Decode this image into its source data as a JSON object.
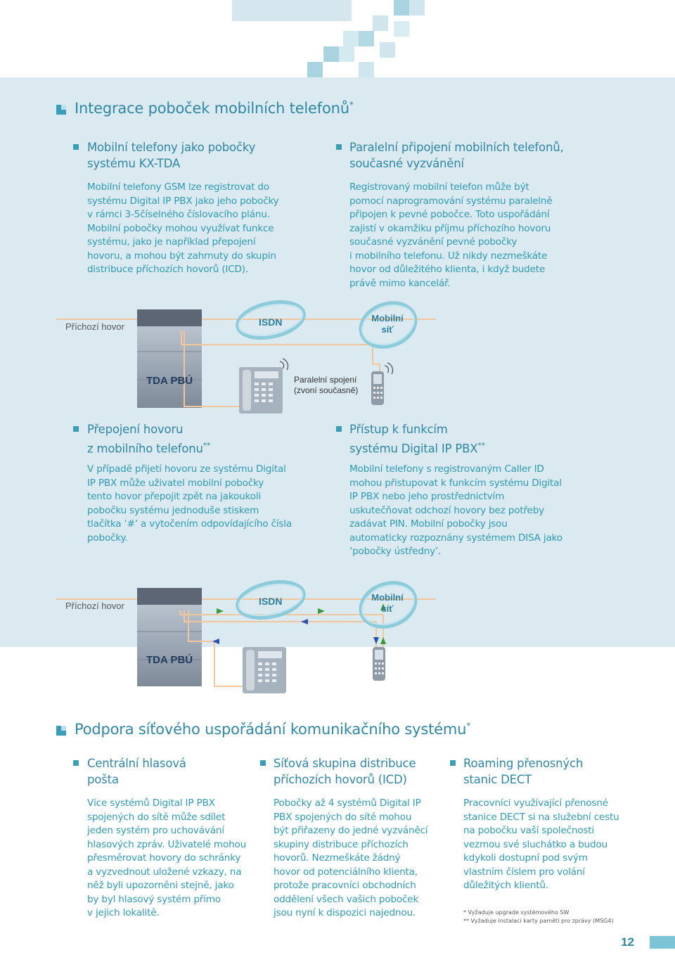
{
  "section1": {
    "heading": "Integrace poboček mobilních telefonů",
    "heading_mark": "*"
  },
  "col_a": {
    "title_line1": "Mobilní telefony jako pobočky",
    "title_line2": "systému KX-TDA",
    "body": [
      "Mobilní telefony GSM lze registrovat do",
      "systému Digital IP PBX jako jeho pobočky",
      "v rámci 3-5číselného číslovacího plánu.",
      "Mobilní pobočky mohou využívat funkce",
      "systému, jako je například přepojení",
      "hovoru, a mohou být zahrnuty do skupin",
      "distribuce příchozích hovorů (ICD)."
    ]
  },
  "col_b": {
    "title_line1": "Paralelní připojení mobilních telefonů,",
    "title_line2": "současné vyzvánění",
    "body": [
      "Registrovaný mobilní telefon může být",
      "pomocí naprogramování systému paralelně",
      "připojen k pevné pobočce. Toto uspořádání",
      "zajistí v okamžiku příjmu příchozího hovoru",
      "současné vyzvánění pevné pobočky",
      "i mobilního telefonu. Už nikdy nezmeškáte",
      "hovor od důležitého klienta, i když budete",
      "právě mimo kancelář."
    ]
  },
  "diagram1": {
    "incoming": "Příchozí hovor",
    "isdn": "ISDN",
    "mobile_line1": "Mobilní",
    "mobile_line2": "síť",
    "pbx": "TDA PBÚ",
    "parallel_line1": "Paralelní spojení",
    "parallel_line2": "(zvoní současně)"
  },
  "col_c": {
    "title_line1": "Přepojení hovoru",
    "title_line2": "z mobilního telefonu",
    "title_mark": "**",
    "body": [
      "V případě přijetí hovoru ze systému Digital",
      "IP PBX může uživatel mobilní pobočky",
      "tento hovor přepojit zpět na jakoukoli",
      "pobočku systému jednoduše stiskem",
      "tlačítka ‘#’ a vytočením odpovídajícího čísla",
      "pobočky."
    ]
  },
  "col_d": {
    "title_line1": "Přístup k funkcím",
    "title_line2": "systému Digital IP PBX",
    "title_mark": "**",
    "body": [
      "Mobilní telefony s registrovaným Caller ID",
      "mohou přistupovat k funkcím systému Digital",
      "IP PBX nebo jeho prostřednictvím",
      "uskutečňovat odchozí hovory bez potřeby",
      "zadávat PIN. Mobilní pobočky jsou",
      "automaticky rozpoznány systémem DISA jako",
      "‘pobočky ústředny’."
    ]
  },
  "diagram2": {
    "incoming": "Příchozí hovor",
    "isdn": "ISDN",
    "mobile_line1": "Mobilní",
    "mobile_line2": "síť",
    "pbx": "TDA PBÚ"
  },
  "section2": {
    "heading": "Podpora síťového uspořádání komunikačního systému",
    "heading_mark": "*"
  },
  "col_e": {
    "title_line1": "Centrální hlasová",
    "title_line2": "pošta",
    "body": [
      "Více systémů Digital IP PBX",
      "spojených do sítě může sdílet",
      "jeden systém pro uchovávání",
      "hlasových zpráv. Uživatelé mohou",
      "přesměrovat hovory do schránky",
      "a vyzvednout uložené vzkazy, na",
      "něž byli upozorněni stejně, jako",
      "by byl hlasový systém přímo",
      "v jejich lokalitě."
    ]
  },
  "col_f": {
    "title_line1": "Síťová skupina distribuce",
    "title_line2": "příchozích hovorů (ICD)",
    "body": [
      "Pobočky až 4 systémů Digital IP",
      "PBX spojených do sítě mohou",
      "být přiřazeny do jedné vyzváněcí",
      "skupiny distribuce příchozích",
      "hovorů. Nezmeškáte žádný",
      "hovor od potenciálního klienta,",
      "protože pracovníci obchodních",
      "oddělení všech vašich poboček",
      "jsou nyní k dispozici najednou."
    ]
  },
  "col_g": {
    "title_line1": "Roaming přenosných",
    "title_line2": "stanic DECT",
    "body": [
      "Pracovníci využívající přenosné",
      "stanice DECT si na služební cestu",
      "na pobočku vaší společnosti",
      "vezmou své sluchátko a budou",
      "kdykoli dostupní pod svým",
      "vlastním číslem pro volání",
      "důležitých klientů."
    ]
  },
  "footnotes": {
    "note1": "* Vyžaduje upgrade systémového SW",
    "note2": "** Vyžaduje instalaci karty paměti pro zprávy (MSG4)"
  },
  "page_number": "12",
  "colors": {
    "accent": "#2f87a5",
    "band": "#dbe9f0",
    "ring": "#7cc3d5",
    "link": "#f2c69a",
    "arrow_green": "#3a9a3a",
    "arrow_blue": "#2a52b0"
  }
}
